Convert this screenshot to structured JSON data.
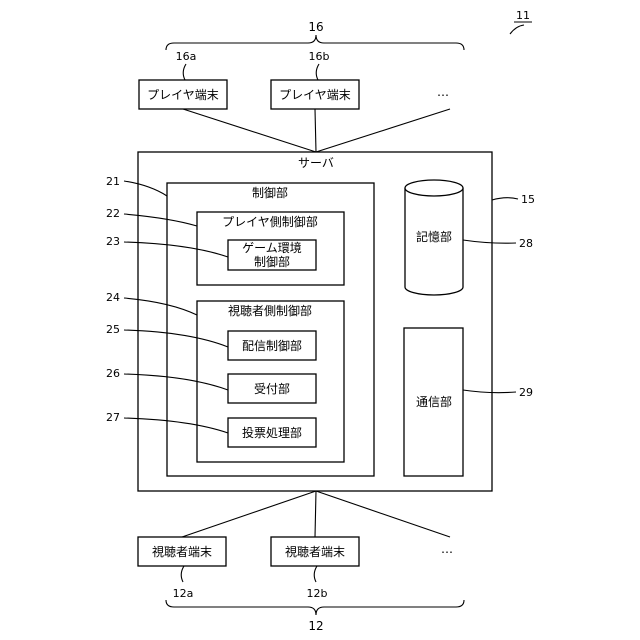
{
  "figure_number": "11",
  "server": {
    "label": "サーバ",
    "ref": "15"
  },
  "players": {
    "group_ref": "16",
    "terminals": [
      {
        "label": "プレイヤ端末",
        "ref": "16a"
      },
      {
        "label": "プレイヤ端末",
        "ref": "16b"
      }
    ],
    "ellipsis": "…"
  },
  "viewers": {
    "group_ref": "12",
    "terminals": [
      {
        "label": "視聴者端末",
        "ref": "12a"
      },
      {
        "label": "視聴者端末",
        "ref": "12b"
      }
    ],
    "ellipsis": "…"
  },
  "control": {
    "label": "制御部",
    "ref": "21"
  },
  "player_control": {
    "label": "プレイヤ側制御部",
    "ref": "22"
  },
  "game_env": {
    "line1": "ゲーム環境",
    "line2": "制御部",
    "ref": "23"
  },
  "viewer_control": {
    "label": "視聴者側制御部",
    "ref": "24"
  },
  "distribution": {
    "label": "配信制御部",
    "ref": "25"
  },
  "reception": {
    "label": "受付部",
    "ref": "26"
  },
  "voting": {
    "label": "投票処理部",
    "ref": "27"
  },
  "storage": {
    "label": "記憶部",
    "ref": "28"
  },
  "communication": {
    "label": "通信部",
    "ref": "29"
  }
}
